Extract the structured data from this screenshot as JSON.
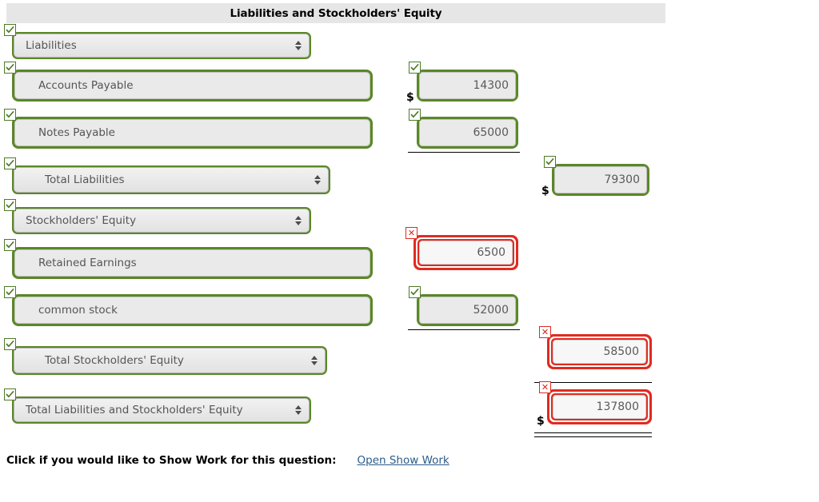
{
  "header": {
    "title": "Liabilities and Stockholders' Equity"
  },
  "rows": [
    {
      "name": "liabilities-heading",
      "control": "select",
      "label": "Liabilities",
      "status": "correct"
    },
    {
      "name": "accounts-payable",
      "control": "text",
      "label": "Accounts Payable",
      "status": "correct",
      "amount": "14300",
      "amount_status": "correct",
      "currency": "$"
    },
    {
      "name": "notes-payable",
      "control": "text",
      "label": "Notes Payable",
      "status": "correct",
      "amount": "65000",
      "amount_status": "correct"
    },
    {
      "name": "total-liabilities",
      "control": "select",
      "label": "Total Liabilities",
      "status": "correct",
      "total": "79300",
      "total_status": "correct",
      "currency": "$"
    },
    {
      "name": "stockholders-equity-heading",
      "control": "select",
      "label": "Stockholders' Equity",
      "status": "correct"
    },
    {
      "name": "retained-earnings",
      "control": "text",
      "label": "Retained Earnings",
      "status": "correct",
      "amount": "6500",
      "amount_status": "incorrect"
    },
    {
      "name": "common-stock",
      "control": "text",
      "label": "common stock",
      "status": "correct",
      "amount": "52000",
      "amount_status": "correct"
    },
    {
      "name": "total-stockholders-equity",
      "control": "select",
      "label": "Total Stockholders' Equity",
      "status": "correct",
      "total": "58500",
      "total_status": "incorrect"
    },
    {
      "name": "total-liabilities-and-stockholders-equity",
      "control": "select",
      "label": "Total Liabilities and Stockholders' Equity",
      "status": "correct",
      "total": "137800",
      "total_status": "incorrect",
      "currency": "$"
    }
  ],
  "footer": {
    "show_work_label": "Click if you would like to Show Work for this question:",
    "show_work_link": "Open Show Work"
  },
  "colors": {
    "correct": "#5b8727",
    "incorrect": "#e02b20",
    "header_bg": "#e6e6e6",
    "link": "#2b5c8a",
    "field_bg": "#eaeaea"
  },
  "icons": {
    "correct": "check-icon",
    "incorrect": "cross-icon",
    "dropdown": "updown-arrows-icon"
  }
}
